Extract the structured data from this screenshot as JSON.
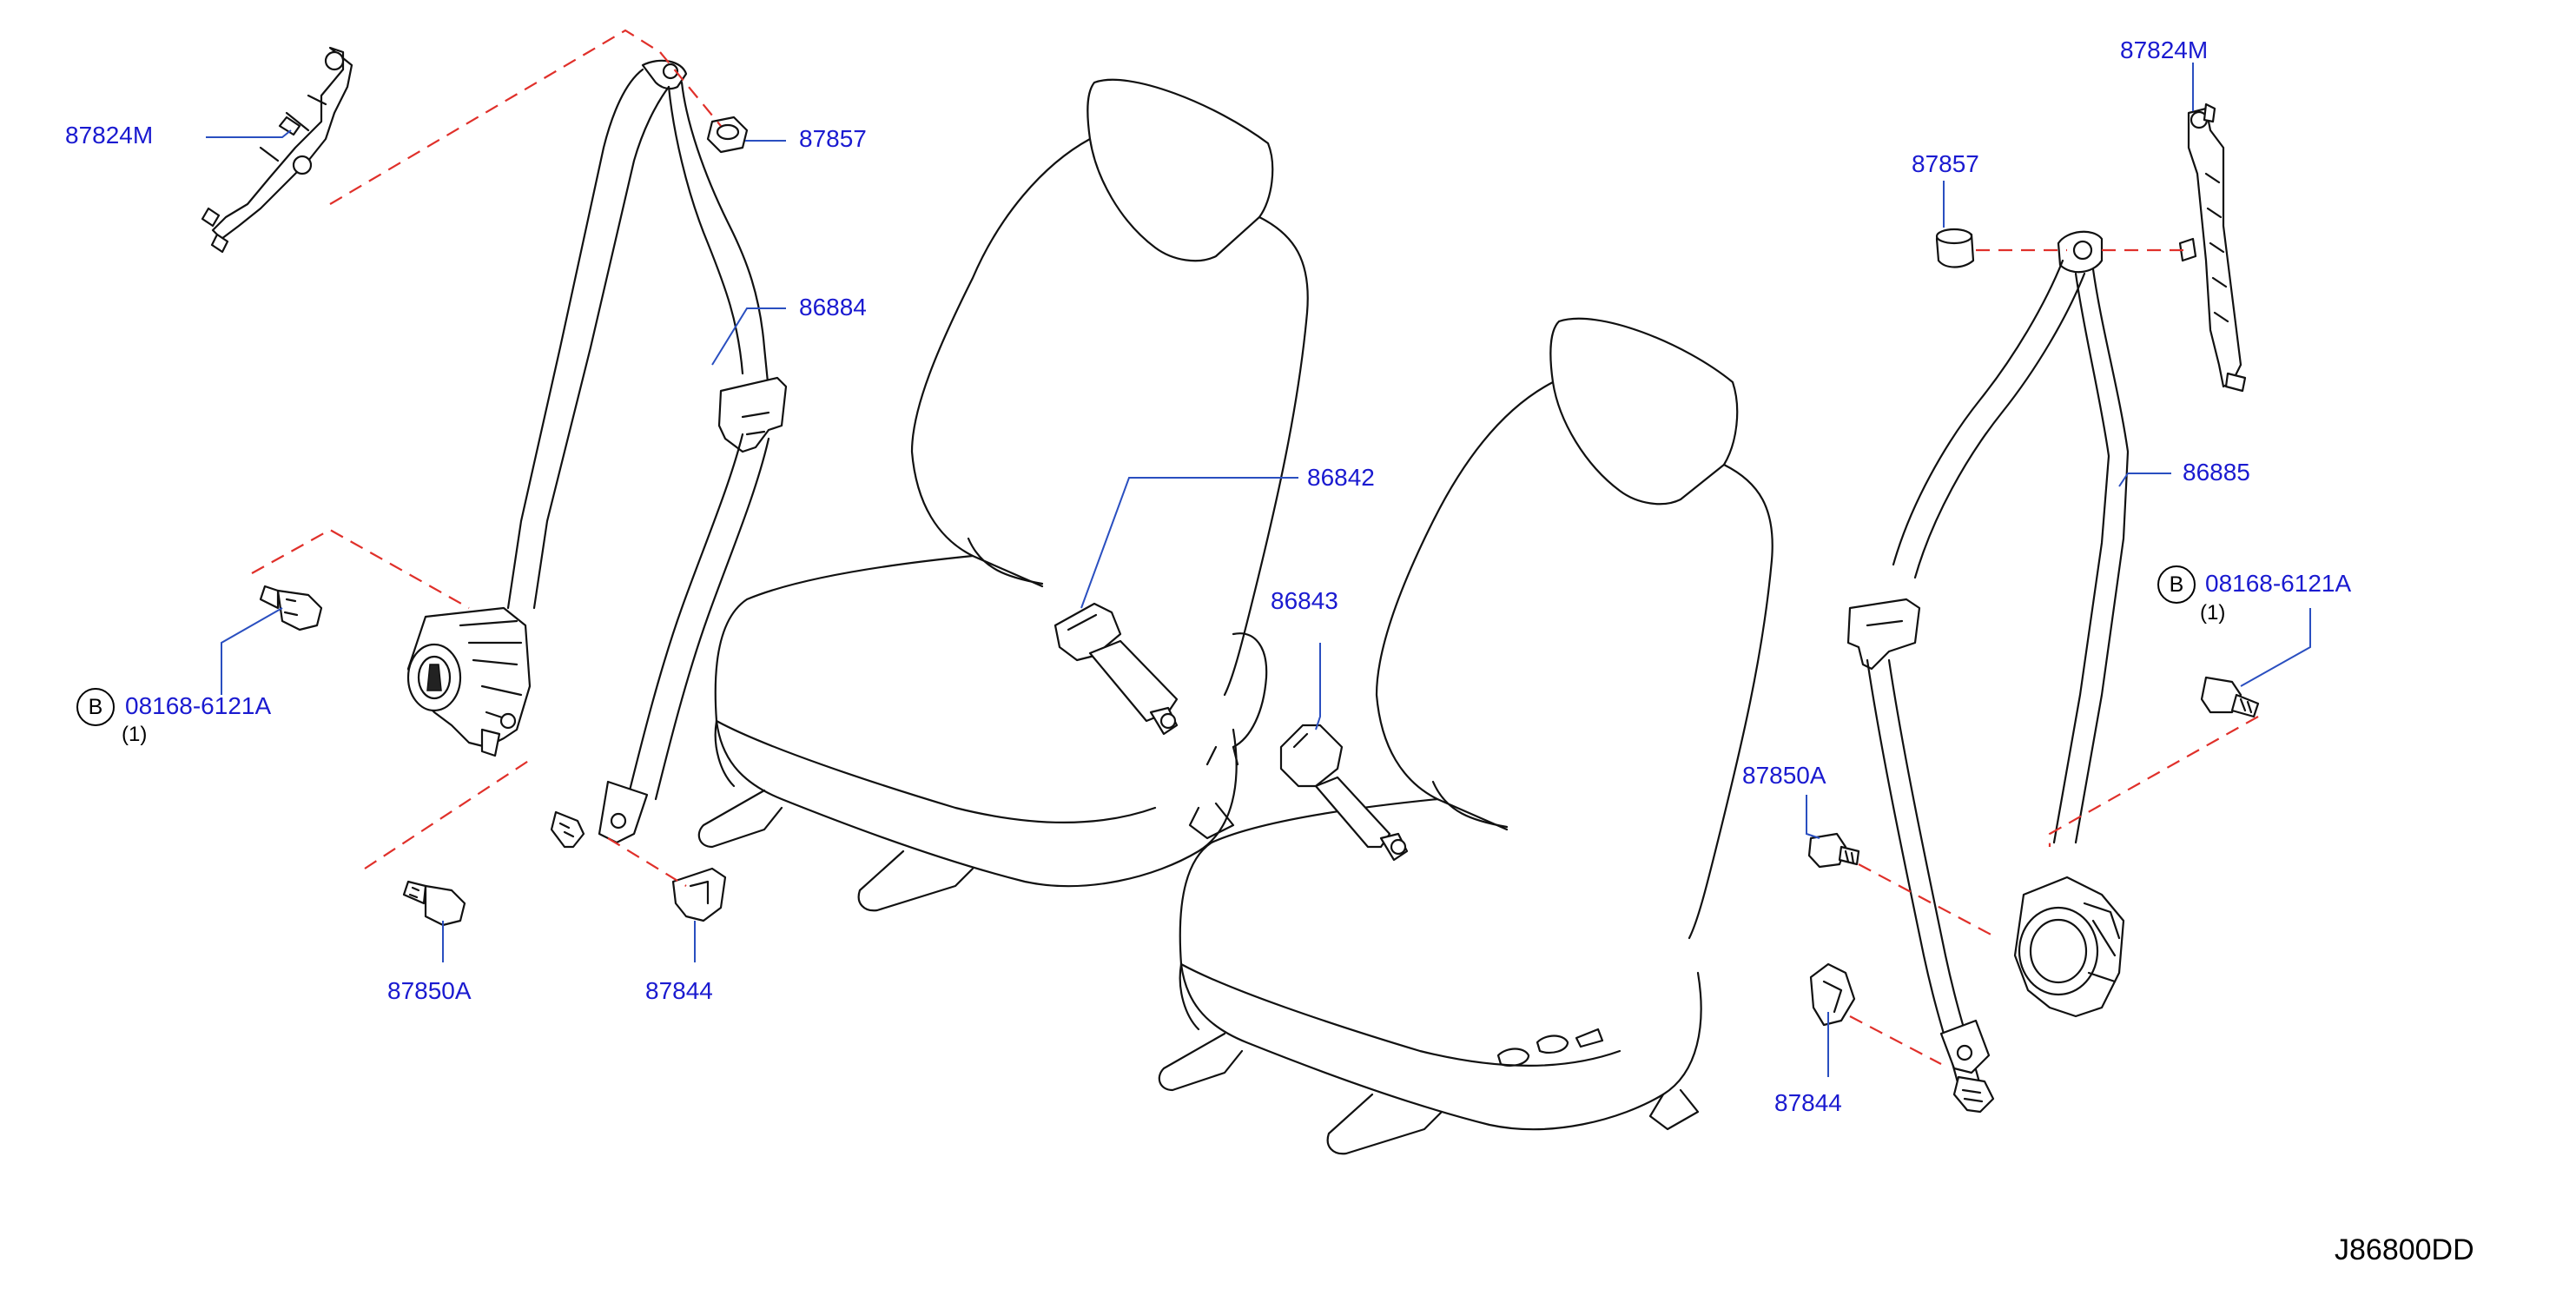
{
  "diagram_code": "J86800DD",
  "parts": {
    "p87824m_left": "87824M",
    "p87857_left": "87857",
    "p86884": "86884",
    "p86842": "86842",
    "p86843": "86843",
    "p08168_left": "08168-6121A",
    "qty_left": "(1)",
    "p87850a_left": "87850A",
    "p87844_left": "87844",
    "p87824m_right": "87824M",
    "p87857_right": "87857",
    "p86885": "86885",
    "p08168_right": "08168-6121A",
    "qty_right": "(1)",
    "p87850a_right": "87850A",
    "p87844_right": "87844"
  },
  "callout_letter": "B",
  "colors": {
    "part_label": "#1a1ad0",
    "leader": "#2a4fc0",
    "dashed": "#e0302a",
    "lines": "#111111"
  }
}
